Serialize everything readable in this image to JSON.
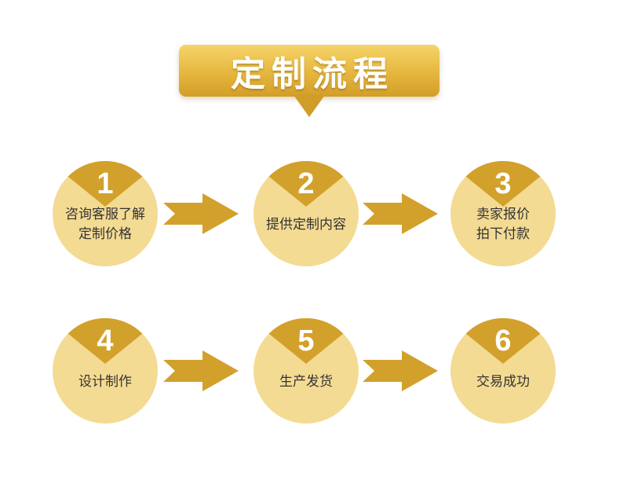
{
  "banner": {
    "title": "定制流程"
  },
  "steps": [
    {
      "number": "1",
      "lines": [
        "咨询客服了解",
        "定制价格"
      ]
    },
    {
      "number": "2",
      "lines": [
        "提供定制内容"
      ]
    },
    {
      "number": "3",
      "lines": [
        "卖家报价",
        "拍下付款"
      ]
    },
    {
      "number": "4",
      "lines": [
        "设计制作"
      ]
    },
    {
      "number": "5",
      "lines": [
        "生产发货"
      ]
    },
    {
      "number": "6",
      "lines": [
        "交易成功"
      ]
    }
  ],
  "colors": {
    "background": "#ffffff",
    "banner_gradient_top": "#f5d469",
    "banner_gradient_mid": "#e6b63e",
    "banner_gradient_bottom": "#d29e28",
    "banner_pointer": "#cf9d28",
    "banner_text": "#ffffff",
    "circle_fill": "#f4db93",
    "wedge": "#d2a12c",
    "arrow": "#d2a12c",
    "step_number": "#ffffff",
    "step_text": "#333333"
  }
}
